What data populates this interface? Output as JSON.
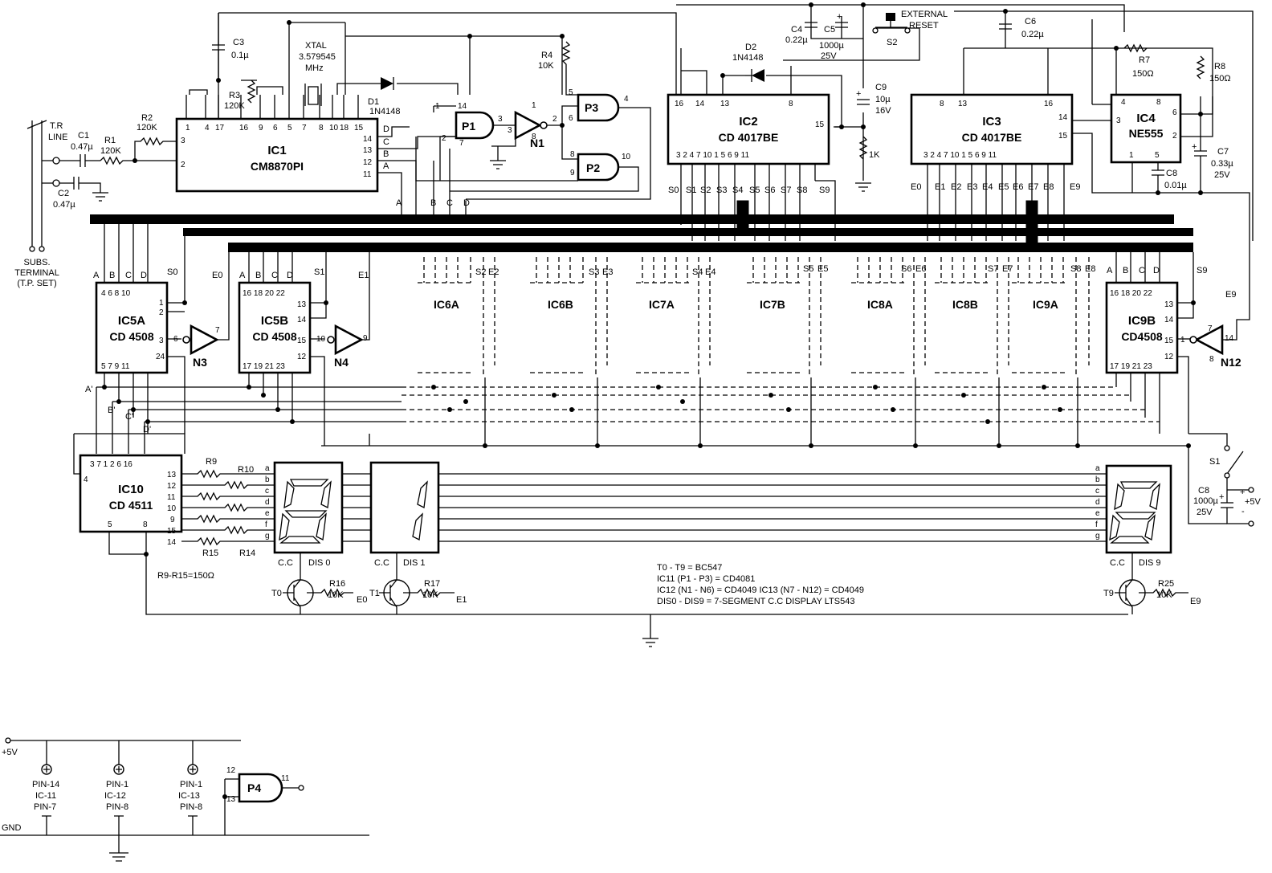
{
  "ics": {
    "ic1": {
      "name": "IC1",
      "part": "CM8870PI"
    },
    "ic2": {
      "name": "IC2",
      "part": "CD 4017BE"
    },
    "ic3": {
      "name": "IC3",
      "part": "CD 4017BE"
    },
    "ic4": {
      "name": "IC4",
      "part": "NE555"
    },
    "ic5a": {
      "name": "IC5A",
      "part": "CD 4508"
    },
    "ic5b": {
      "name": "IC5B",
      "part": "CD 4508"
    },
    "ic9b": {
      "name": "IC9B",
      "part": "CD4508"
    },
    "ic10": {
      "name": "IC10",
      "part": "CD 4511"
    },
    "mid": [
      "IC6A",
      "IC6B",
      "IC7A",
      "IC7B",
      "IC8A",
      "IC8B",
      "IC9A"
    ]
  },
  "gates": {
    "p1": "P1",
    "p2": "P2",
    "p3": "P3",
    "p4": "P4",
    "n1": "N1",
    "n3": "N3",
    "n4": "N4",
    "n12": "N12"
  },
  "parts": {
    "c1": "C1",
    "c1v": "0.47µ",
    "c2": "C2",
    "c2v": "0.47µ",
    "r1": "R1",
    "r1v": "120K",
    "r2": "R2",
    "r2v": "120K",
    "c3": "C3",
    "c3v": "0.1µ",
    "r3": "R3",
    "r3v": "120K",
    "xtal": "XTAL",
    "xtalf": "3.579545",
    "xtalu": "MHz",
    "d1": "D1",
    "d1v": "1N4148",
    "r4": "R4",
    "r4v": "10K",
    "c4": "C4",
    "c4v": "0.22µ",
    "c5": "C5",
    "c5v": "1000µ",
    "c5w": "25V",
    "s2": "S2",
    "ext": "EXTERNAL",
    "reset": "RESET",
    "d2": "D2",
    "d2v": "1N4148",
    "c9": "C9",
    "c9v": "10µ",
    "c9w": "16V",
    "r1k": "1K",
    "c6": "C6",
    "c6v": "0.22µ",
    "r7": "R7",
    "r7v": "150Ω",
    "r8": "R8",
    "r8v": "150Ω",
    "c7": "C7",
    "c7v": "0.33µ",
    "c7w": "25V",
    "c8b": "C8",
    "c8bv": "0.01µ",
    "r9": "R9",
    "r10": "R10",
    "r14": "R14",
    "r15": "R15",
    "r9r15": "R9-R15=150Ω",
    "t0": "T0",
    "t1": "T1",
    "t9": "T9",
    "r16": "R16",
    "r16v": "10K",
    "r17": "R17",
    "r17v": "10K",
    "r25": "R25",
    "r25v": "10K",
    "cc": "C.C",
    "dis0": "DIS 0",
    "dis1": "DIS 1",
    "dis9": "DIS 9",
    "s1": "S1",
    "c8": "C8",
    "c8v": "1000µ",
    "c8w": "25V",
    "p5v": "+5V",
    "tr": "T.R",
    "line": "LINE",
    "subs1": "SUBS.",
    "subs2": "TERMINAL",
    "subs3": "(T.P. SET)"
  },
  "notes": [
    "T0 - T9 = BC547",
    "IC11 (P1 - P3) = CD4081",
    "IC12 (N1 - N6) = CD4049   IC13 (N7 - N12) = CD4049",
    "DIS0 - DIS9 = 7-SEGMENT C.C DISPLAY LTS543"
  ],
  "power": {
    "vcc": "+5V",
    "gnd": "GND",
    "labels": [
      [
        "PIN-14",
        "IC-11",
        "PIN-7"
      ],
      [
        "PIN-1",
        "IC-12",
        "PIN-8"
      ],
      [
        "PIN-1",
        "IC-13",
        "PIN-8"
      ]
    ]
  },
  "signals": {
    "s": [
      "S0",
      "S1",
      "S2",
      "S3",
      "S4",
      "S5",
      "S6",
      "S7",
      "S8",
      "S9"
    ],
    "e": [
      "E0",
      "E1",
      "E2",
      "E3",
      "E4",
      "E5",
      "E6",
      "E7",
      "E8",
      "E9"
    ],
    "abcd": [
      "A",
      "B",
      "C",
      "D"
    ],
    "primed": [
      "A'",
      "B'",
      "C'",
      "D'"
    ],
    "seg": [
      "a",
      "b",
      "c",
      "d",
      "e",
      "f",
      "g"
    ]
  }
}
